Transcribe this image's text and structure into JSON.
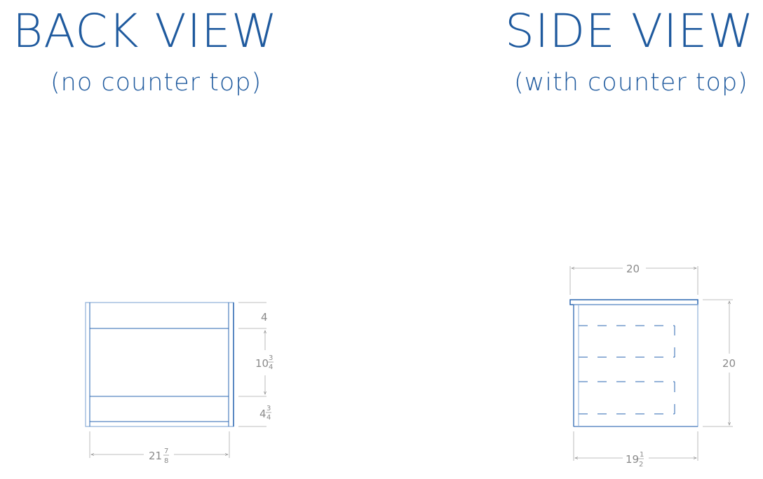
{
  "back_view": {
    "title": "BACK VIEW",
    "subtitle": "(no counter top)",
    "dims": {
      "top_rail": "4",
      "middle": {
        "whole": "10",
        "num": "3",
        "den": "4"
      },
      "bottom_rail": {
        "whole": "4",
        "num": "3",
        "den": "4"
      },
      "width": {
        "whole": "21",
        "num": "7",
        "den": "8"
      }
    }
  },
  "side_view": {
    "title": "SIDE VIEW",
    "subtitle": "(with counter top)",
    "dims": {
      "top_width": "20",
      "height": "20",
      "bottom_width": {
        "whole": "19",
        "num": "1",
        "den": "2"
      }
    }
  },
  "colors": {
    "line": "#2a66b0",
    "light_line": "#8fb0d8",
    "dim": "#8a8a8a",
    "title": "#1f5a9e"
  }
}
